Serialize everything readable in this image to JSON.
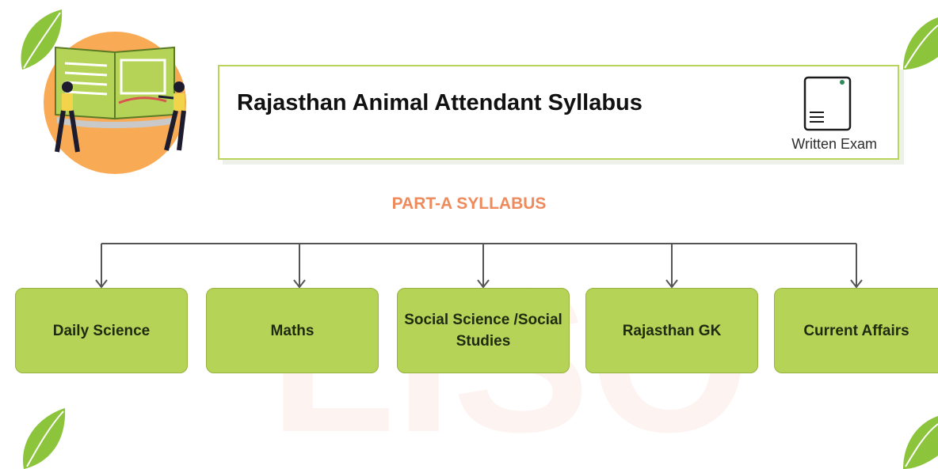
{
  "header": {
    "title": "Rajasthan Animal Attendant Syllabus",
    "exam_label": "Written Exam"
  },
  "diagram": {
    "section_title": "PART-A SYLLABUS",
    "nodes": [
      {
        "label": "Daily Science"
      },
      {
        "label": "Maths"
      },
      {
        "label": "Social Science /Social Studies"
      },
      {
        "label": "Rajasthan GK"
      },
      {
        "label": "Current Affairs"
      }
    ]
  },
  "icons": [
    "leaf-icon",
    "book-illustration-icon",
    "document-icon",
    "arrow-down-icon"
  ],
  "colors": {
    "node_fill": "#b5d457",
    "accent_orange": "#ee8a5b",
    "border_green": "#b9d45a",
    "illustration_circle": "#f9aa54"
  },
  "watermark": "LISO"
}
